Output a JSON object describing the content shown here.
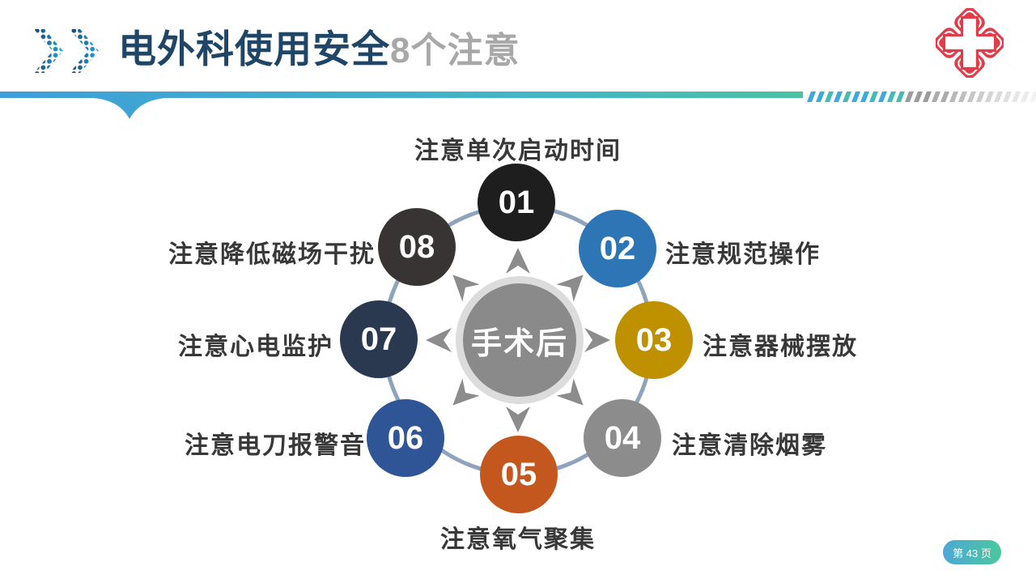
{
  "header": {
    "title_main": "电外科使用安全",
    "title_suffix": "8个注意",
    "title_color": "#1F4567",
    "suffix_color": "#A8A8A8",
    "icon": "double-chevron-dots-icon",
    "logo": "hospital-red-cross-logo",
    "rule_colors": [
      "#3E9FD9",
      "#43B7C4",
      "#4AC2A2"
    ]
  },
  "diagram": {
    "center_label": "手术后",
    "center_color": "#8A8A8A",
    "center_ring_color": "#DCDCDC",
    "orbit_ring_color": "#8FA3BC",
    "arrow_color": "#8C8C8C",
    "items": [
      {
        "num": "01",
        "label": "注意单次启动时间",
        "color": "#1E1E1E",
        "label_side": "top"
      },
      {
        "num": "02",
        "label": "注意规范操作",
        "color": "#2E75B6",
        "label_side": "right"
      },
      {
        "num": "03",
        "label": "注意器械摆放",
        "color": "#BF9000",
        "label_side": "right"
      },
      {
        "num": "04",
        "label": "注意清除烟雾",
        "color": "#8C8C8C",
        "label_side": "right"
      },
      {
        "num": "05",
        "label": "注意氧气聚集",
        "color": "#C4571E",
        "label_side": "bottom"
      },
      {
        "num": "06",
        "label": "注意电刀报警音",
        "color": "#2F5597",
        "label_side": "left"
      },
      {
        "num": "07",
        "label": "注意心电监护",
        "color": "#2B3950",
        "label_side": "left"
      },
      {
        "num": "08",
        "label": "注意降低磁场干扰",
        "color": "#383434",
        "label_side": "left"
      }
    ]
  },
  "footer": {
    "page_label": "第 43 页",
    "badge_colors": [
      "#4FA8D5",
      "#4BC79D"
    ]
  }
}
